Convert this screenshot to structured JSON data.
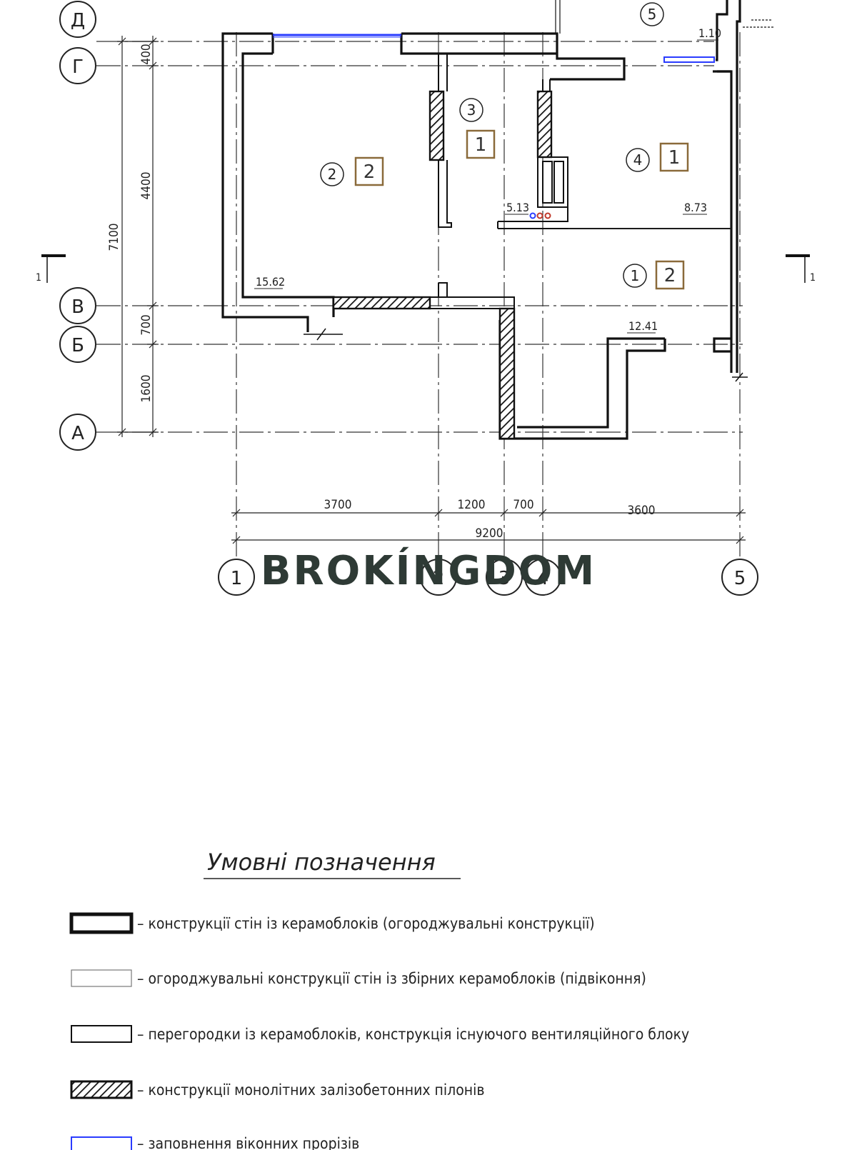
{
  "axes_letters": [
    "Д",
    "Г",
    "В",
    "Б",
    "А"
  ],
  "axes_numbers": [
    "1",
    "2",
    "3",
    "4",
    "5"
  ],
  "section_mark": "1",
  "vertical_dims": {
    "d1": "400",
    "d2": "4400",
    "total": "7100",
    "d3": "700",
    "d4": "1600"
  },
  "horizontal_dims": {
    "d1": "3700",
    "d2": "1200",
    "d3": "700",
    "d4": "3600",
    "total": "9200"
  },
  "rooms": [
    {
      "num": "2",
      "tag": "2",
      "area": "15.62"
    },
    {
      "num": "3",
      "tag": "1",
      "area": "5.13"
    },
    {
      "num": "4",
      "tag": "1",
      "area": "8.73"
    },
    {
      "num": "1",
      "tag": "2",
      "area": "12.41"
    },
    {
      "num": "5",
      "tag": "",
      "area": "1.10"
    }
  ],
  "watermark": "BROKÍNGDOM",
  "legend": {
    "title": "Умовні позначення",
    "items": [
      {
        "text": "– конструкції стін із керамоблоків (огороджувальні конструкції)"
      },
      {
        "text": "– огороджувальні конструкції стін із збірних керамоблоків (підвіконня)"
      },
      {
        "text": "– перегородки із керамоблоків, конструкція існуючого вентиляційного блоку"
      },
      {
        "text": "– конструкції монолітних залізобетонних пілонів"
      },
      {
        "text": "– заповнення віконних прорізів"
      }
    ]
  },
  "colors": {
    "line": "#1a1a1a",
    "window": "#2a3cff",
    "tag_border": "#8a6a3a",
    "watermark": "#2e3a35"
  }
}
